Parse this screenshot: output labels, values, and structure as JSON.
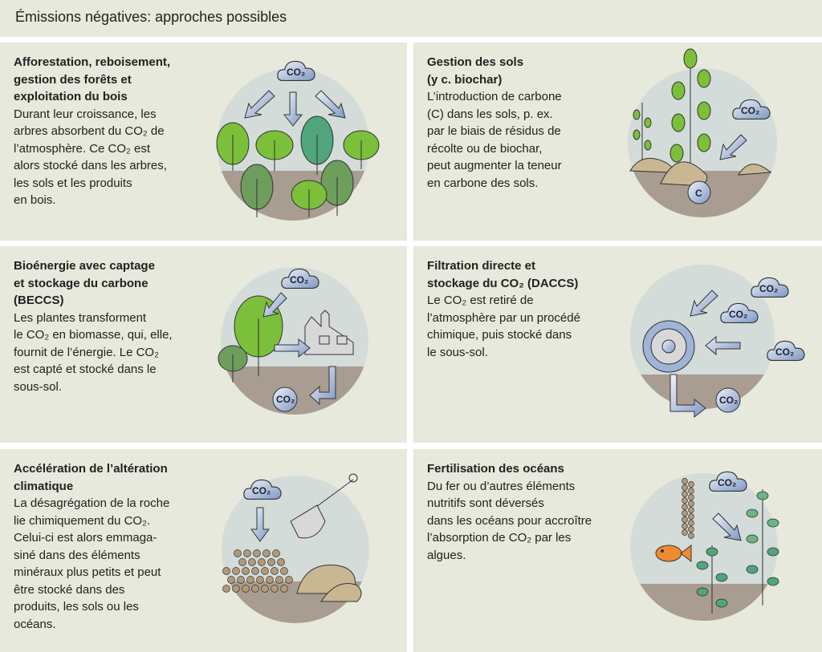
{
  "title": "Émissions négatives: approches possibles",
  "co2_label": "CO₂",
  "c_label": "C",
  "panels": [
    {
      "title": "Afforestation, reboisement,\ngestion des forêts et\nexploitation du bois",
      "body": "Durant leur croissance, les\narbres absorbent du CO₂ de\nl’atmosphère. Ce CO₂ est\nalors stocké dans les arbres,\nles sols et les produits\nen bois."
    },
    {
      "title": "Gestion des sols\n(y c. biochar)",
      "body": "L’introduction de carbone\n(C) dans les sols, p. ex.\npar le biais de résidus de\nrécolte ou de biochar,\npeut augmenter la teneur\nen carbone des sols."
    },
    {
      "title": "Bioénergie avec captage\net stockage du carbone\n(BECCS)",
      "body": "Les plantes transforment\nle CO₂ en biomasse, qui, elle,\nfournit de l’énergie. Le CO₂\nest capté et stocké dans le\nsous-sol."
    },
    {
      "title": "Filtration directe et\nstockage du CO₂ (DACCS)",
      "body": "Le CO₂ est retiré de\nl’atmosphère par un procédé\nchimique, puis stocké dans\nle sous-sol."
    },
    {
      "title": "Accélération de l’altération\nclimatique",
      "body": "La désagrégation de la roche\nlie chimiquement du CO₂.\nCelui-ci est alors emmaga-\nsiné dans des éléments\nminéraux plus petits et peut\nêtre stocké dans des\nproduits, les sols ou les\nocéans."
    },
    {
      "title": "Fertilisation des océans",
      "body": "Du fer ou d’autres éléments\nnutritifs sont déversés\ndans les océans pour accroître\nl’absorption de CO₂ par les\nalgues."
    }
  ],
  "colors": {
    "panel": "#e6e9db",
    "sky": "#d3dcd8",
    "ground": "#a89d90",
    "leaf": "#7cbf3a",
    "leaf_dark": "#6e9e5c",
    "teal": "#4fa57c",
    "arrow": "#9fb4d6",
    "fish": "#f08a30"
  }
}
